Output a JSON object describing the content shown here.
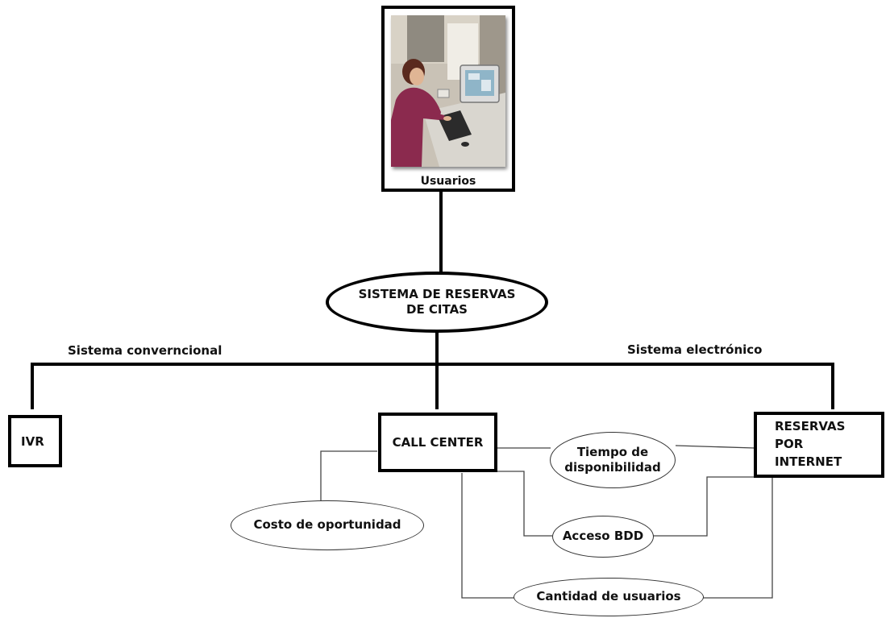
{
  "users_box": {
    "caption": "Usuarios",
    "photo_description_icon": "person-at-computer-icon"
  },
  "central_node": {
    "label": "SISTEMA DE RESERVAS DE CITAS"
  },
  "branch_labels": {
    "left": "Sistema converncional",
    "right": "Sistema electrónico"
  },
  "channels": {
    "ivr": "IVR",
    "call_center": "CALL CENTER",
    "internet": "RESERVAS POR INTERNET"
  },
  "criteria": {
    "tiempo": "Tiempo de disponibilidad",
    "costo": "Costo de oportunidad",
    "acceso": "Acceso BDD",
    "cantidad": "Cantidad de usuarios"
  },
  "colors": {
    "line": "#000000",
    "thin_line": "#333333",
    "frame": "#000000"
  }
}
